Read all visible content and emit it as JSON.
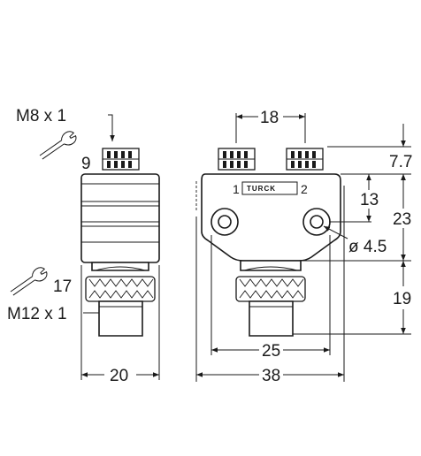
{
  "labels": {
    "m8_thread": "M8 x 1",
    "wrench_m8": "9",
    "wrench_m12": "17",
    "m12_thread": "M12 x 1",
    "width_left": "20",
    "pitch_top": "18",
    "height_top": "7.7",
    "height_mid": "13",
    "height_total": "23",
    "hole_diameter": "ø 4.5",
    "height_bottom": "19",
    "width_holes": "25",
    "width_total": "38",
    "port_1": "1",
    "port_2": "2",
    "brand": "TURCK"
  },
  "icons": [
    "wrench-icon",
    "wrench-icon"
  ]
}
